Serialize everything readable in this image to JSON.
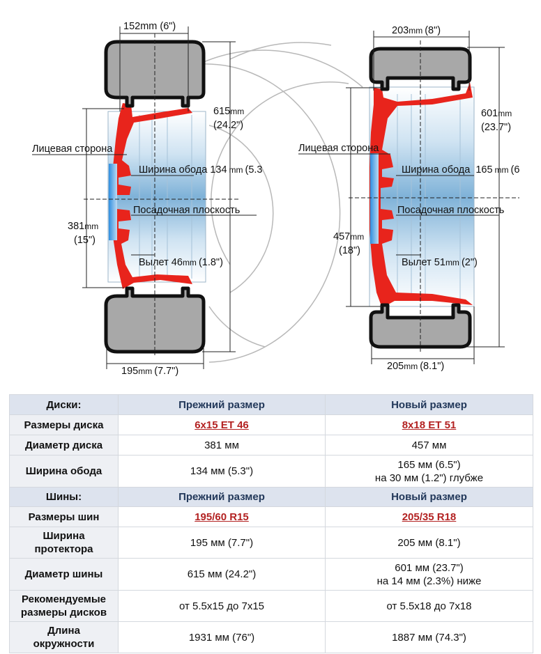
{
  "diagram": {
    "old_wheel": {
      "top_width": "152mm (6\")",
      "tire_diameter_value": "615",
      "tire_diameter_unit": "mm",
      "tire_diameter_inch": "(24.2\")",
      "face_side": "Лицевая сторона",
      "rim_width_text": "Ширина обода 134",
      "rim_width_unit": "mm",
      "rim_width_inch": "(5.3",
      "mounting_surface": "Посадочная плоскость",
      "rim_diameter_value": "381",
      "rim_diameter_unit": "mm",
      "rim_diameter_inch": "(15\")",
      "offset_text": "Вылет 46",
      "offset_unit": "mm",
      "offset_inch": "(1.8\")",
      "bottom_width_value": "195",
      "bottom_width_unit": "mm",
      "bottom_width_inch": "(7.7\")"
    },
    "new_wheel": {
      "top_width_value": "203",
      "top_width_unit": "mm",
      "top_width_inch": "(8\")",
      "tire_diameter_value": "601",
      "tire_diameter_unit": "mm",
      "tire_diameter_inch": "(23.7\")",
      "face_side": "Лицевая сторона",
      "rim_width_text": "Ширина обода  165",
      "rim_width_unit": "mm",
      "rim_width_inch": "(6",
      "mounting_surface": "Посадочная плоскость",
      "rim_diameter_value": "457",
      "rim_diameter_unit": "mm",
      "rim_diameter_inch": "(18\")",
      "offset_text": "Вылет 51",
      "offset_unit": "mm",
      "offset_inch": "(2\")",
      "bottom_width_value": "205",
      "bottom_width_unit": "mm",
      "bottom_width_inch": "(8.1\")"
    },
    "colors": {
      "rim_red": "#e8241c",
      "tire_gray": "#a8a8a8",
      "tire_outline": "#111111",
      "rim_blue": "#8ab8dc"
    }
  },
  "table": {
    "section_rims": {
      "title": "Диски:",
      "col_old": "Прежний размер",
      "col_new": "Новый размер"
    },
    "rim_rows": [
      {
        "label": "Размеры диска",
        "old": "6x15 ET 46",
        "new": "8x18 ET 51",
        "link": true
      },
      {
        "label": "Диаметр диска",
        "old": "381 мм",
        "new": "457 мм"
      },
      {
        "label": "Ширина обода",
        "old": "134 мм (5.3\")",
        "new": "165 мм (6.5\")",
        "new_line2": "на 30 мм (1.2\") глубже"
      }
    ],
    "section_tires": {
      "title": "Шины:",
      "col_old": "Прежний размер",
      "col_new": "Новый размер"
    },
    "tire_rows": [
      {
        "label": "Размеры шин",
        "old": "195/60 R15",
        "new": "205/35 R18",
        "link": true
      },
      {
        "label": "Ширина",
        "label_line2": "протектора",
        "old": "195 мм (7.7\")",
        "new": "205 мм (8.1\")"
      },
      {
        "label": "Диаметр шины",
        "old": "615 мм (24.2\")",
        "new": "601 мм (23.7\")",
        "new_line2": "на 14 мм (2.3%) ниже"
      },
      {
        "label": "Рекомендуемые",
        "label_line2": "размеры дисков",
        "old": "от 5.5x15 до 7x15",
        "new": "от 5.5x18 до 7x18"
      },
      {
        "label": "Длина",
        "label_line2": "окружности",
        "old": "1931 мм (76\")",
        "new": "1887 мм (74.3\")"
      }
    ]
  }
}
